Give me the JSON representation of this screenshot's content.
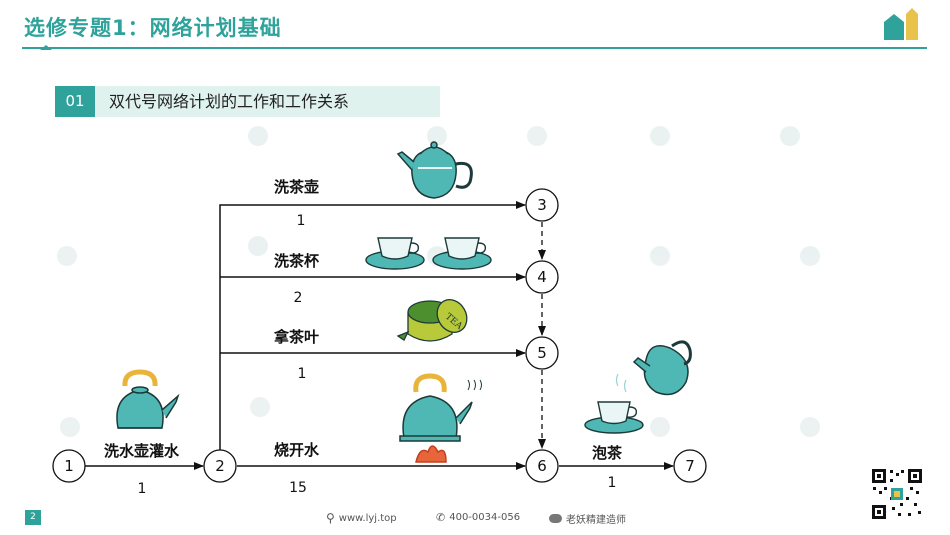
{
  "header": {
    "title": "选修专题1：网络计划基础"
  },
  "section": {
    "number": "01",
    "title": "双代号网络计划的工作和工作关系"
  },
  "nodes": [
    "1",
    "2",
    "3",
    "4",
    "5",
    "6",
    "7"
  ],
  "activities": [
    {
      "label": "洗水壶灌水",
      "duration": "1"
    },
    {
      "label": "洗茶壶",
      "duration": "1"
    },
    {
      "label": "洗茶杯",
      "duration": "2"
    },
    {
      "label": "拿茶叶",
      "duration": "1"
    },
    {
      "label": "烧开水",
      "duration": "15"
    },
    {
      "label": "泡茶",
      "duration": "1"
    }
  ],
  "tea_tin_text": "TEA",
  "footer": {
    "page": "2",
    "website": "www.lyj.top",
    "phone": "400-0034-056",
    "wechat": "老妖精建造师"
  },
  "colors": {
    "accent": "#2fa39b",
    "teal_object": "#4fb8b5",
    "section_bg": "#dff2ee"
  },
  "icons": [
    "search-icon",
    "phone-icon",
    "wechat-icon",
    "kettle-icon",
    "teapot-icon",
    "teacup-icon",
    "tea-tin-icon",
    "qr-code"
  ]
}
